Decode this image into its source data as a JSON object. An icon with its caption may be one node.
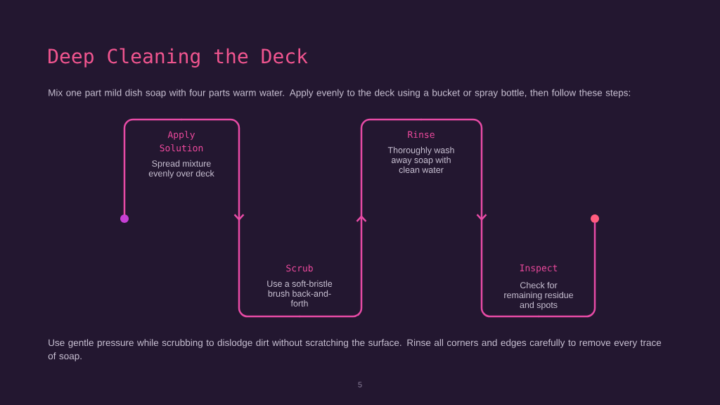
{
  "diagram": {
    "title": "Deep Cleaning the Deck",
    "nodes": [
      {
        "text": [],
        "shape": "circle"
      },
      {
        "text": [
          "Apply Solution",
          "Spread mixture evenly over deck"
        ]
      },
      {
        "text": [
          "Scrub",
          "Use a soft-bristle brush back-and-forth"
        ]
      },
      {
        "text": [
          "Rinse",
          "Thoroughly wash away soap with clean water"
        ]
      },
      {
        "text": [
          "Inspect",
          "Check for remaining residue and spots"
        ]
      },
      {
        "text": [],
        "shape": "circle"
      }
    ],
    "edges": [
      {
        "from": 0,
        "to": 1,
        "arrow": "none"
      },
      {
        "from": 1,
        "to": 2,
        "arrow": "to"
      },
      {
        "from": 2,
        "to": 3,
        "arrow": "to"
      },
      {
        "from": 3,
        "to": 4,
        "arrow": "to"
      },
      {
        "from": 4,
        "to": 5,
        "arrow": "none"
      }
    ],
    "labels": [
      "Mix one part mild dish soap with four parts warm water. Apply evenly to the deck using a bucket or spray bottle, then follow these steps:",
      "Use gentle pressure while scrubbing to dislodge dirt without scratching the surface. Rinse all corners and edges carefully to remove every trace of soap.",
      "5"
    ]
  }
}
